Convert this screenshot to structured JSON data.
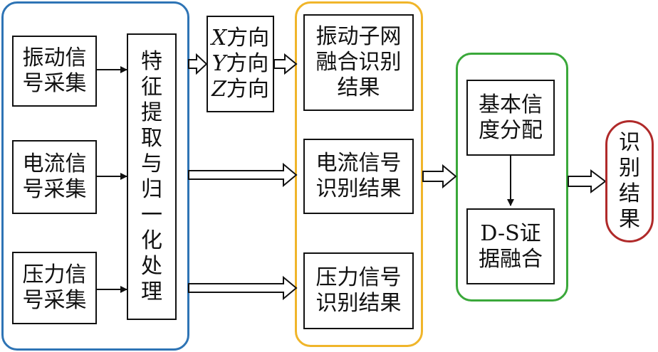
{
  "colors": {
    "input_group_border": "#2e74b5",
    "recognition_group_border": "#f0b52a",
    "fusion_group_border": "#3aa83a",
    "result_border": "#b02a2a",
    "box_border": "#111111",
    "arrow": "#111111"
  },
  "inputs": {
    "vibration": [
      "振动信",
      "号采集"
    ],
    "current": [
      "电流信",
      "号采集"
    ],
    "pressure": [
      "压力信",
      "号采集"
    ]
  },
  "feature": {
    "chars": [
      "特",
      "征",
      "提",
      "取",
      "与",
      "归",
      "一",
      "化",
      "处",
      "理"
    ]
  },
  "axes": {
    "x": {
      "letter": "X",
      "suffix": "方向"
    },
    "y": {
      "letter": "Y",
      "suffix": "方向"
    },
    "z": {
      "letter": "Z",
      "suffix": "方向"
    }
  },
  "recognition": {
    "vibration": [
      "振动子网",
      "融合识别",
      "结果"
    ],
    "current": [
      "电流信号",
      "识别结果"
    ],
    "pressure": [
      "压力信号",
      "识别结果"
    ]
  },
  "fusion": {
    "basic": [
      "基本信",
      "度分配"
    ],
    "ds": [
      "D-S证",
      "据融合"
    ]
  },
  "result": {
    "chars": [
      "识",
      "别",
      "结",
      "果"
    ]
  }
}
